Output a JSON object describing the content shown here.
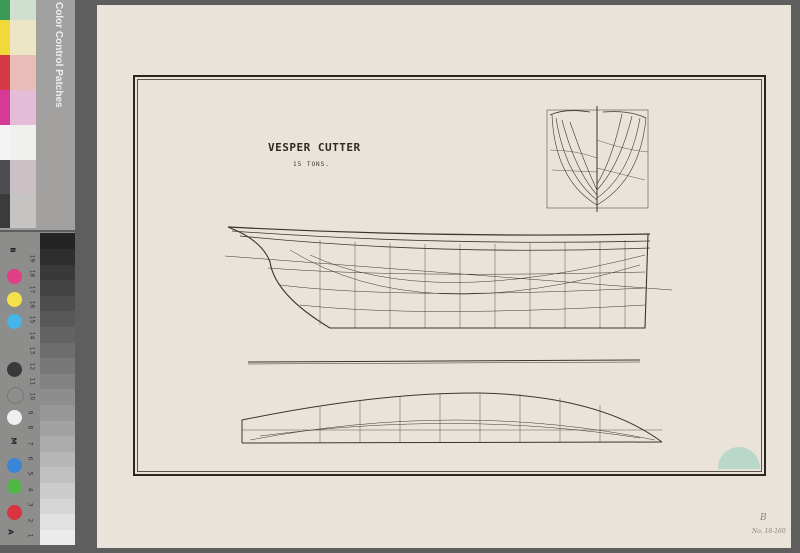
{
  "drawing": {
    "title": "VESPER CUTTER",
    "subtitle": "15 TONS.",
    "pencil_mark": "B",
    "pencil_note": "No. 18-160"
  },
  "color_patches": {
    "title": "Color Control Patches",
    "patches": [
      {
        "label": "Green",
        "color": "#3a9a55",
        "tint": "#cfe0cf"
      },
      {
        "label": "Yellow",
        "color": "#f2d93a",
        "tint": "#ece6c6"
      },
      {
        "label": "Red",
        "color": "#d63a45",
        "tint": "#e8bdb8"
      },
      {
        "label": "Magenta",
        "color": "#d43a96",
        "tint": "#e3bcd7"
      },
      {
        "label": "White",
        "color": "#f3f3f3",
        "tint": "#f0f0ee"
      },
      {
        "label": "3/Color",
        "color": "#4f4d52",
        "tint": "#cbc0c4"
      },
      {
        "label": "Black",
        "color": "#3b3b3d",
        "tint": "#c6c4c2"
      }
    ]
  },
  "gray_scale": {
    "letters": [
      "A",
      "R",
      "G",
      "B",
      "M",
      "W",
      "G",
      "K",
      "C",
      "Y",
      "B",
      "M"
    ],
    "dots": [
      {
        "letter": "R",
        "color": "#d9343f"
      },
      {
        "letter": "G",
        "color": "#52b548"
      },
      {
        "letter": "B",
        "color": "#3a86d6"
      },
      {
        "letter": "W",
        "color": "#efefef"
      },
      {
        "letter": "G",
        "color": "#8d8d8c"
      },
      {
        "letter": "K",
        "color": "#3a3a3a"
      },
      {
        "letter": "C",
        "color": "#45b4e6"
      },
      {
        "letter": "Y",
        "color": "#f4e04a"
      },
      {
        "letter": "M",
        "color": "#de3f86"
      }
    ],
    "numbers": [
      "1",
      "2",
      "3",
      "4",
      "5",
      "6",
      "7",
      "8",
      "9",
      "10",
      "11",
      "12",
      "13",
      "14",
      "15",
      "16",
      "17",
      "18",
      "19"
    ]
  }
}
